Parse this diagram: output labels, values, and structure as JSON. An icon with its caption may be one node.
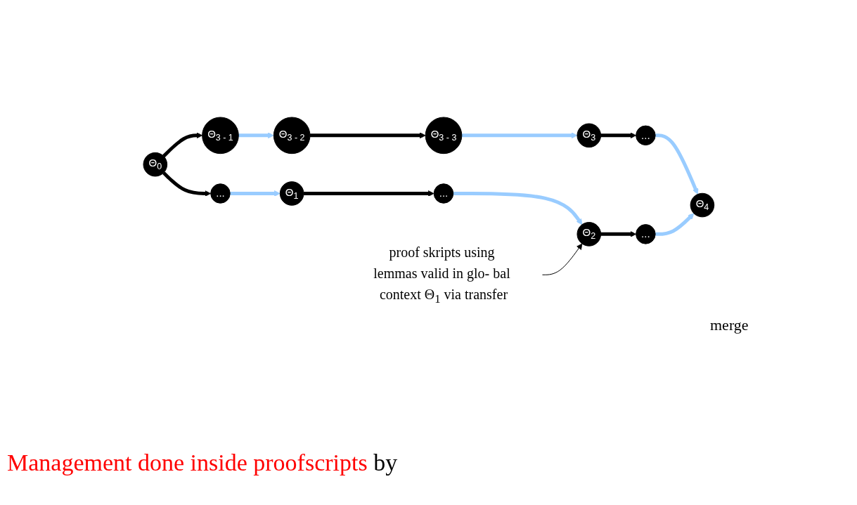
{
  "diagram": {
    "nodes": [
      {
        "text": [
          "Θ$_{0}$"
        ]
      },
      {
        "text": [
          "Θ$_{3 - 1}$"
        ]
      },
      {
        "text": [
          "..."
        ]
      },
      {
        "text": [
          "Θ$_{3 - 2}$"
        ]
      },
      {
        "text": [
          "Θ$_{1}$"
        ]
      },
      {
        "text": [
          "Θ$_{3 - 3}$"
        ]
      },
      {
        "text": [
          "..."
        ]
      },
      {
        "text": [
          "Θ$_{3}$"
        ]
      },
      {
        "text": [
          "Θ$_{2}$"
        ]
      },
      {
        "text": [
          "..."
        ]
      },
      {
        "text": [
          "..."
        ]
      },
      {
        "text": [
          "Θ$_{4}$"
        ]
      },
      {
        "text": [
          "proof skripts using lemmas valid in glo- bal context Θ$_{1}$ via transfer"
        ]
      }
    ],
    "edges": [
      {
        "from": 0,
        "to": 1,
        "arrow": "to"
      },
      {
        "from": 0,
        "to": 2,
        "arrow": "to"
      },
      {
        "from": 1,
        "to": 3,
        "arrow": "to",
        "color": "#99ccff"
      },
      {
        "from": 3,
        "to": 5,
        "arrow": "to"
      },
      {
        "from": 5,
        "to": 7,
        "arrow": "to",
        "color": "#99ccff"
      },
      {
        "from": 7,
        "to": 9,
        "arrow": "to"
      },
      {
        "from": 9,
        "to": 11,
        "arrow": "to",
        "color": "#99ccff"
      },
      {
        "from": 2,
        "to": 4,
        "arrow": "to",
        "color": "#99ccff"
      },
      {
        "from": 4,
        "to": 6,
        "arrow": "to"
      },
      {
        "from": 6,
        "to": 8,
        "arrow": "to",
        "color": "#99ccff"
      },
      {
        "from": 8,
        "to": 10,
        "arrow": "to"
      },
      {
        "from": 10,
        "to": 11,
        "arrow": "to",
        "color": "#99ccff"
      },
      {
        "from": 12,
        "to": 8,
        "arrow": "to"
      }
    ],
    "labels": [
      "merge",
      "Management done inside proofscripts",
      "by"
    ]
  }
}
